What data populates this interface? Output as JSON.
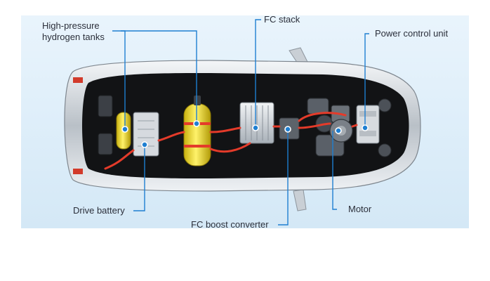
{
  "labels": {
    "tanks_line1": "High-pressure",
    "tanks_line2": "hydrogen tanks",
    "fc_stack": "FC stack",
    "pcu": "Power control unit",
    "battery": "Drive battery",
    "boost": "FC boost converter",
    "motor": "Motor"
  },
  "colors": {
    "accent": "#1f7fd1",
    "background": "#dcedf9",
    "tank": "#f2dd1c",
    "cabling": "#e43b2a"
  }
}
